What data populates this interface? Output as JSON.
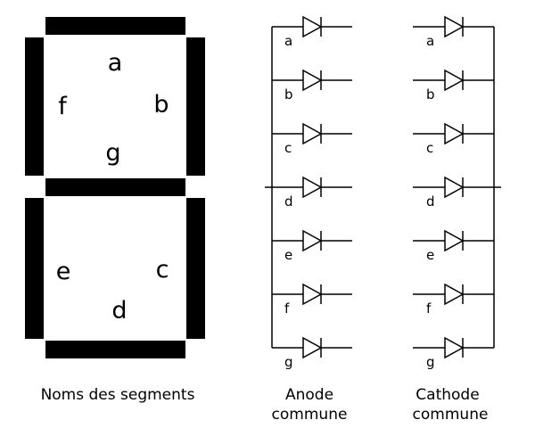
{
  "display": {
    "letters": [
      "a",
      "b",
      "c",
      "d",
      "e",
      "f",
      "g"
    ],
    "caption": "Noms des segments"
  },
  "anode": {
    "labels": [
      "a",
      "b",
      "c",
      "d",
      "e",
      "f",
      "g"
    ],
    "caption_line1": "Anode",
    "caption_line2": "commune"
  },
  "cathode": {
    "labels": [
      "a",
      "b",
      "c",
      "d",
      "e",
      "f",
      "g"
    ],
    "caption_line1": "Cathode",
    "caption_line2": "commune"
  },
  "colors": {
    "segment": "#000000",
    "background": "#ffffff"
  }
}
